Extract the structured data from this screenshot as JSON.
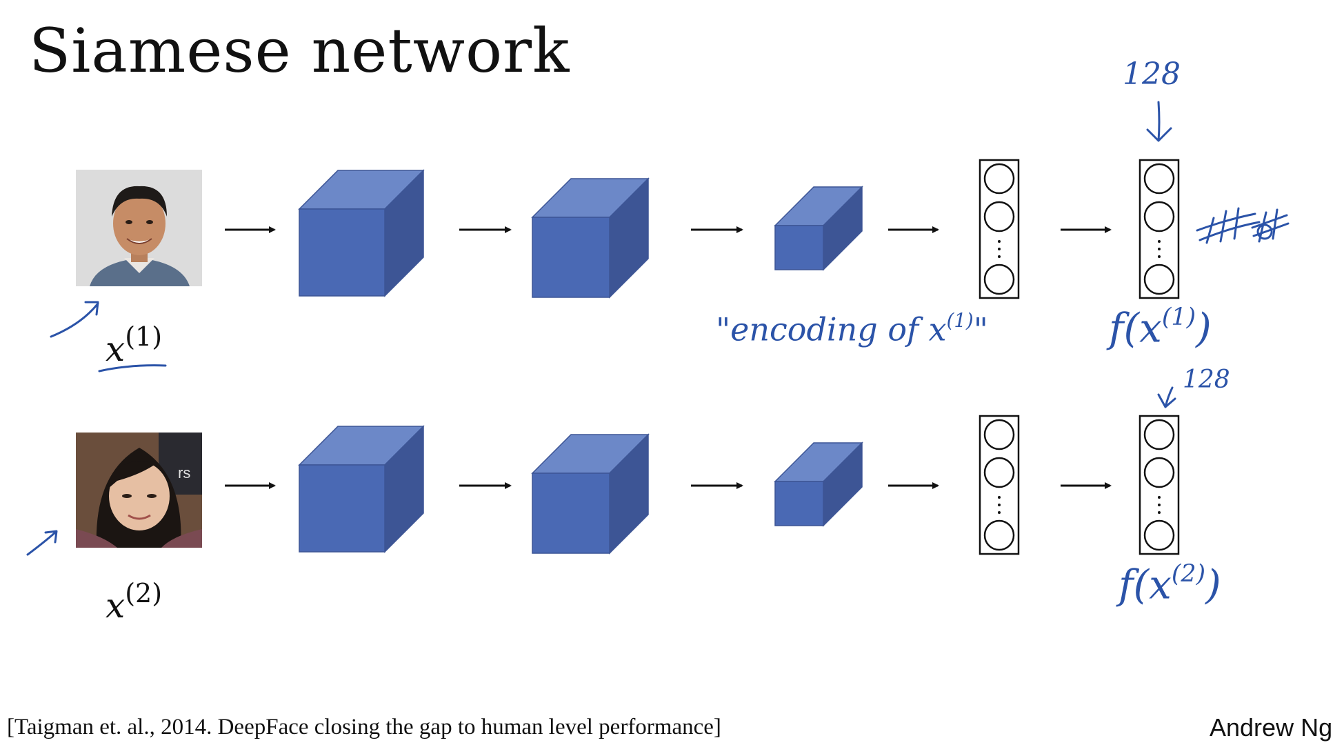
{
  "title": "Siamese network",
  "citation": "[Taigman et. al., 2014. DeepFace closing the gap to human level performance]",
  "author": "Andrew Ng",
  "rows": [
    {
      "input_label": {
        "var": "x",
        "sup": "(1)"
      },
      "person": "young man with short dark hair, smiling",
      "output_label": {
        "pre": "f(x",
        "sup": "(1)",
        "post": ")"
      },
      "dimension": "128"
    },
    {
      "input_label": {
        "var": "x",
        "sup": "(2)"
      },
      "person": "woman with dark hair, smiling",
      "output_label": {
        "pre": "f(x",
        "sup": "(2)",
        "post": ")"
      },
      "dimension": "128"
    }
  ],
  "annotations": {
    "encoding_text": "\"encoding of x",
    "encoding_sup": "(1)",
    "encoding_close": "\""
  },
  "colors": {
    "cube_front": "#4a69b4",
    "cube_top": "#6c88c8",
    "cube_side": "#3d5595",
    "ink": "#2b53a8",
    "arrow": "#111111"
  },
  "icons": {
    "row_arrow": "arrow-right-icon",
    "layer_circle": "neuron-icon",
    "annotation_arrow": "hand-drawn-arrow-icon"
  }
}
